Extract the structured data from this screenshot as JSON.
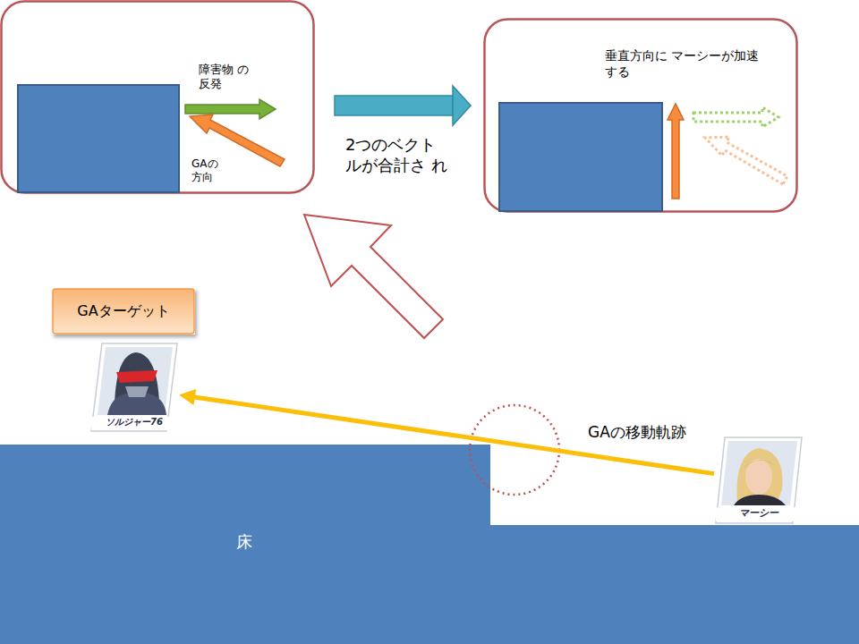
{
  "diagram": {
    "nodes": [
      {
        "text": [
          "障害物 の反発",
          "GAの 方向"
        ]
      },
      {
        "text": [
          "垂直方向に マーシーが加速する"
        ]
      },
      {
        "text": [
          "GAターゲット"
        ]
      },
      {
        "text": [
          "ソルジャー76"
        ]
      },
      {
        "text": [
          "マーシー"
        ]
      },
      {
        "text": [
          "床"
        ]
      }
    ],
    "edges": [
      {
        "from": 0,
        "to": 1,
        "arrow": "to",
        "label": "2つのベクト ルが合計さ れ"
      },
      {
        "from": 4,
        "to": 3,
        "arrow": "to",
        "label": "GAの移動軌跡"
      }
    ]
  }
}
